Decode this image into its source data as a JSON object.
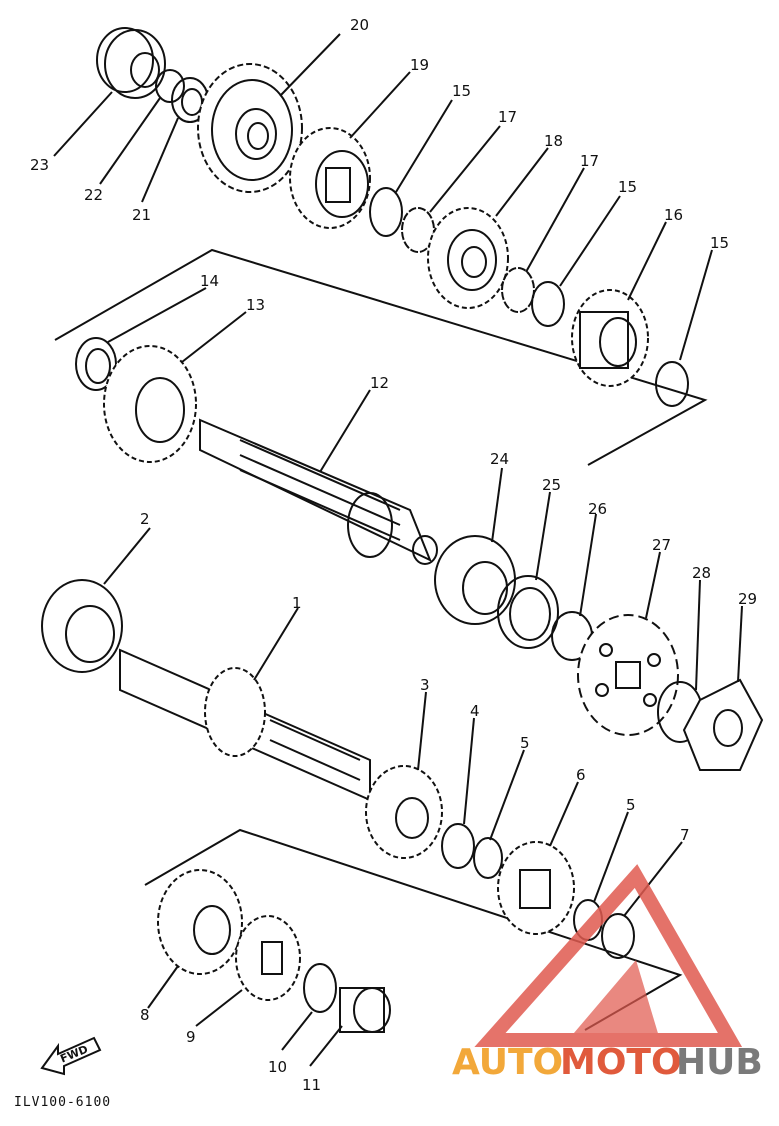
{
  "diagram": {
    "callouts": [
      "1",
      "2",
      "3",
      "4",
      "5",
      "5",
      "6",
      "7",
      "8",
      "9",
      "10",
      "11",
      "12",
      "13",
      "14",
      "15",
      "15",
      "15",
      "16",
      "17",
      "17",
      "18",
      "19",
      "20",
      "21",
      "22",
      "23",
      "24",
      "25",
      "26",
      "27",
      "28",
      "29"
    ],
    "diagram_code": "ILV100-6100",
    "fwd_label": "FWD"
  },
  "watermark": {
    "part1": "AUTO",
    "part2": "MOTO",
    "part3": "HUB",
    "color1": "#f2a83a",
    "color2": "#e05a3c",
    "color3": "#7a7a7a",
    "logo_color": "#e05a50"
  }
}
